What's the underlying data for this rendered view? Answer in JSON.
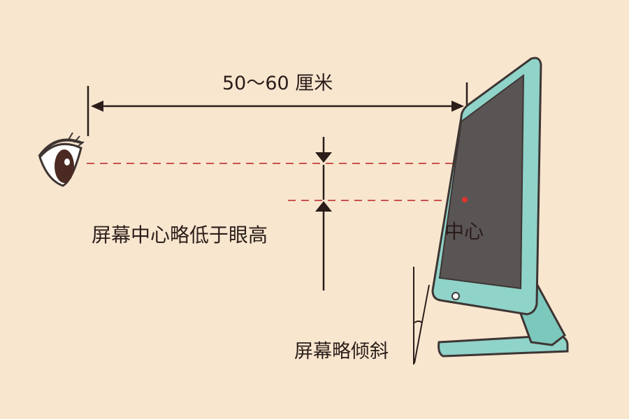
{
  "labels": {
    "distance": "50～60 厘米",
    "eye_height": "屏幕中心略低于眼高",
    "center": "中心",
    "tilt": "屏幕略倾斜"
  },
  "colors": {
    "background": "#f8e6cf",
    "monitor_body": "#8fd3c9",
    "monitor_outline": "#3e3533",
    "screen": "#5a5555",
    "dashed_line": "#c9534d",
    "center_dot": "#e0342c",
    "arrow": "#2b1d1a"
  }
}
